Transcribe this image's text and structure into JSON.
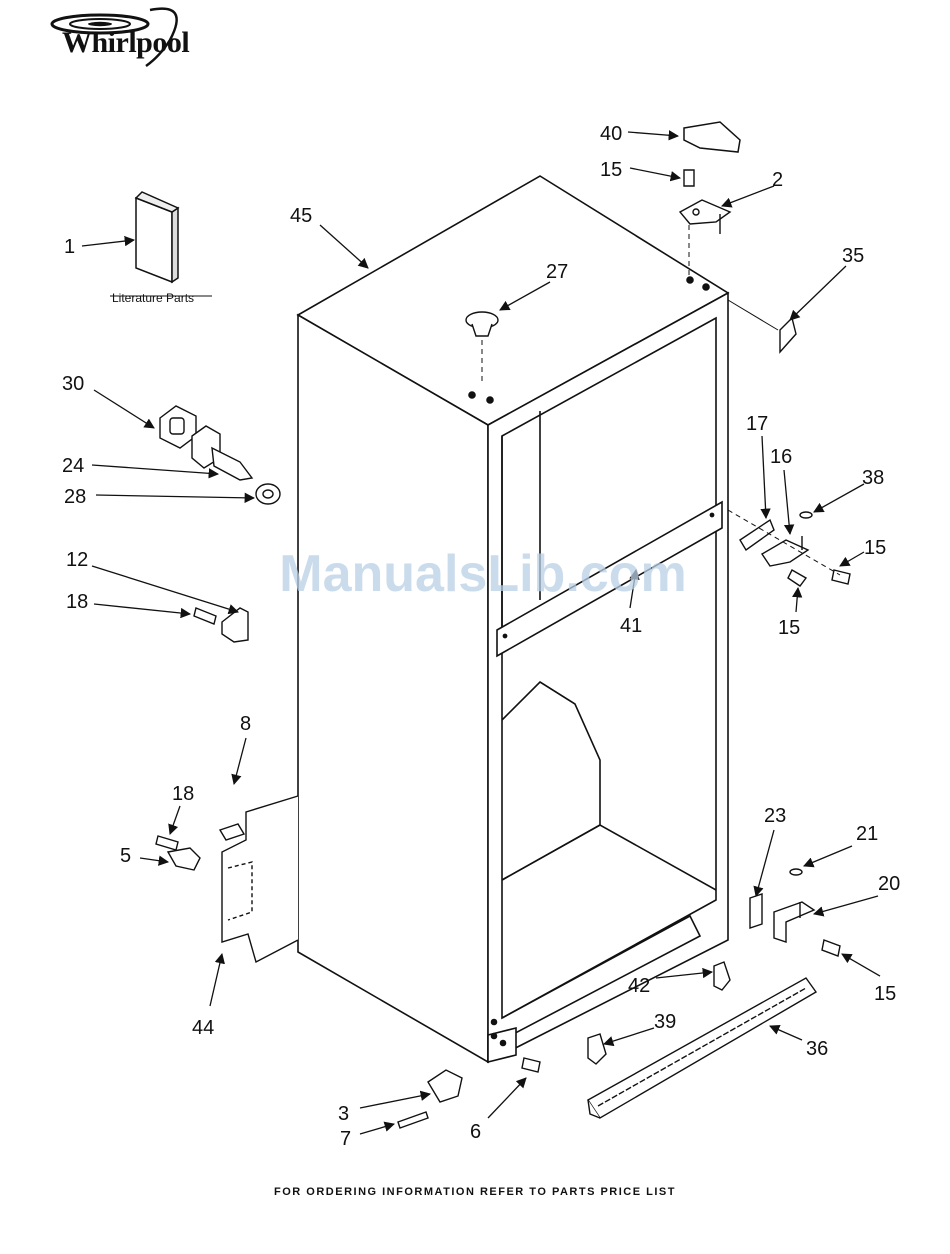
{
  "brand": {
    "name": "Whirlpool"
  },
  "watermark": "ManualsLib.com",
  "footer": "FOR ORDERING INFORMATION REFER TO PARTS PRICE LIST",
  "literature_label": "Literature Parts",
  "callouts": {
    "c40": "40",
    "c15a": "15",
    "c2": "2",
    "c45": "45",
    "c1": "1",
    "c27": "27",
    "c35": "35",
    "c30": "30",
    "c24": "24",
    "c28": "28",
    "c17": "17",
    "c16": "16",
    "c38": "38",
    "c15b": "15",
    "c12": "12",
    "c18a": "18",
    "c41": "41",
    "c15c": "15",
    "c8": "8",
    "c18b": "18",
    "c5": "5",
    "c23": "23",
    "c21": "21",
    "c20": "20",
    "c44": "44",
    "c15d": "15",
    "c42": "42",
    "c39": "39",
    "c36": "36",
    "c3": "3",
    "c6": "6",
    "c7": "7"
  }
}
